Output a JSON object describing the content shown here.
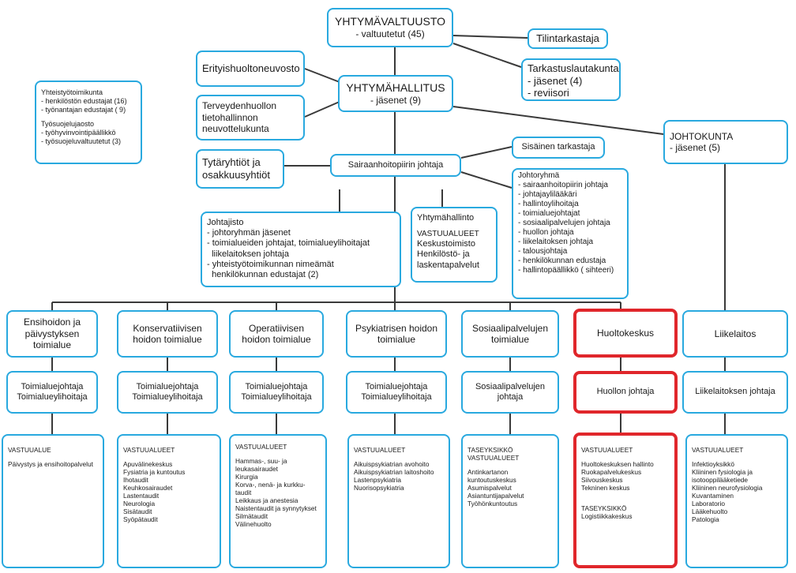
{
  "council": {
    "title": "YHTYMÄVALTUUSTO",
    "sub": "- valtuutetut (45)"
  },
  "auditor": "Tilintarkastaja",
  "audit_board": {
    "title": "Tarkastuslautakunta",
    "lines": [
      "- jäsenet (4)",
      "- reviisori"
    ]
  },
  "special_care": "Erityishuoltoneuvosto",
  "board": {
    "title": "YHTYMÄHALLITUS",
    "sub": "- jäsenet (9)"
  },
  "cooperation": {
    "title": "Yhteistyötoimikunta",
    "lines": [
      "- henkilöstön edustajat (16)",
      "- työnantajan edustajat ( 9)"
    ],
    "title2": "Työsuojelujaosto",
    "lines2": [
      "- työhyvinvointipäällikkö",
      "- työsuojeluvaltuutetut (3)"
    ]
  },
  "health_it": [
    "Terveydenhuollon",
    "tietohallinnon",
    "neuvottelukunta"
  ],
  "management": {
    "title": "JOHTOKUNTA",
    "sub": "- jäsenet (5)"
  },
  "subsidiaries": [
    "Tytäryhtiöt ja",
    "osakkuusyhtiöt"
  ],
  "director": "Sairaanhoitopiirin johtaja",
  "internal_audit": "Sisäinen tarkastaja",
  "exec_group": {
    "title": "Johtoryhmä",
    "lines": [
      "- sairaanhoitopiirin johtaja",
      "- johtajaylilääkäri",
      "- hallintoylihoitaja",
      "- toimialuejohtajat",
      "- sosiaalipalvelujen johtaja",
      "- huollon johtaja",
      "- liikelaitoksen johtaja",
      "- talousjohtaja",
      "- henkilökunnan edustaja",
      "- hallintopäällikkö ( sihteeri)"
    ]
  },
  "leadership": {
    "title": "Johtajisto",
    "lines": [
      "- johtoryhmän jäsenet",
      "- toimialueiden johtajat, toimialueylihoitajat",
      "  liikelaitoksen johtaja",
      "- yhteistyötoimikunnan nimeämät",
      "  henkilökunnan edustajat (2)"
    ]
  },
  "admin": {
    "title": "Yhtymähallinto",
    "resp_title": "VASTUUALUEET",
    "lines": [
      "Keskustoimisto",
      "Henkilöstö- ja",
      "laskentapalvelut"
    ]
  },
  "columns": [
    {
      "name": [
        "Ensihoidon ja",
        "päivystyksen",
        "toimialue"
      ],
      "lead": [
        "Toimialuejohtaja",
        "Toimialueylihoitaja"
      ],
      "resp_title": "VASTUUALUE",
      "resp": [
        "Päivystys ja ensihoitopalvelut"
      ],
      "resp_title2": "",
      "resp2": []
    },
    {
      "name": [
        "Konservatiivisen",
        "hoidon toimialue"
      ],
      "lead": [
        "Toimialuejohtaja",
        "Toimialueylihoitaja"
      ],
      "resp_title": "VASTUUALUEET",
      "resp": [
        "Apuvälinekeskus",
        "Fysiatria ja kuntoutus",
        "Ihotaudit",
        "Keuhkosairaudet",
        "Lastentaudit",
        "Neurologia",
        "Sisätaudit",
        "Syöpätaudit"
      ],
      "resp_title2": "",
      "resp2": []
    },
    {
      "name": [
        "Operatiivisen",
        "hoidon toimialue"
      ],
      "lead": [
        "Toimialuejohtaja",
        "Toimialueylihoitaja"
      ],
      "resp_title": "VASTUUALUEET",
      "resp": [
        "Hammas-, suu- ja",
        "leukasairaudet",
        "Kirurgia",
        "Korva-, nenä- ja kurkku-",
        "taudit",
        "Leikkaus ja anestesia",
        "Naistentaudit ja synnytykset",
        "Silmätaudit",
        "Välinehuolto"
      ],
      "resp_title2": "",
      "resp2": []
    },
    {
      "name": [
        "Psykiatrisen hoidon",
        "toimialue"
      ],
      "lead": [
        "Toimialuejohtaja",
        "Toimialueylihoitaja"
      ],
      "resp_title": "VASTUUALUEET",
      "resp": [
        "Aikuispsykiatrian avohoito",
        "Aikuispsykiatrian laitoshoito",
        "Lastenpsykiatria",
        "Nuorisopsykiatria"
      ],
      "resp_title2": "",
      "resp2": []
    },
    {
      "name": [
        "Sosiaalipalvelujen",
        "toimialue"
      ],
      "lead": [
        "Sosiaalipalvelujen",
        "johtaja"
      ],
      "resp_title": "TASEYKSIKKÖ\nVASTUUALUEET",
      "resp": [
        "Antinkartanon",
        "kuntoutuskeskus",
        "Asumispalvelut",
        "Asiantuntijapalvelut",
        "Työhönkuntoutus"
      ],
      "resp_title2": "",
      "resp2": []
    },
    {
      "name": [
        "Huoltokeskus"
      ],
      "lead": [
        "Huollon johtaja"
      ],
      "resp_title": "VASTUUALUEET",
      "resp": [
        "Huoltokeskuksen hallinto",
        "Ruokapalvelukeskus",
        "Siivouskeskus",
        "Tekninen keskus"
      ],
      "resp_title2": "TASEYKSIKKÖ",
      "resp2": [
        "Logistiikkakeskus"
      ]
    },
    {
      "name": [
        "Liikelaitos"
      ],
      "lead": [
        "Liikelaitoksen johtaja"
      ],
      "resp_title": "VASTUUALUEET",
      "resp": [
        "Infektioyksikkö",
        "Kliininen fysiologia ja",
        "isotooppilääketiede",
        "Kliininen neurofysiologia",
        "Kuvantaminen",
        "Laboratorio",
        "Lääkehuolto",
        "Patologia"
      ],
      "resp_title2": "",
      "resp2": []
    }
  ],
  "colors": {
    "border": "#29a9df",
    "highlight": "#e0262b",
    "line": "#3a3a3a"
  }
}
